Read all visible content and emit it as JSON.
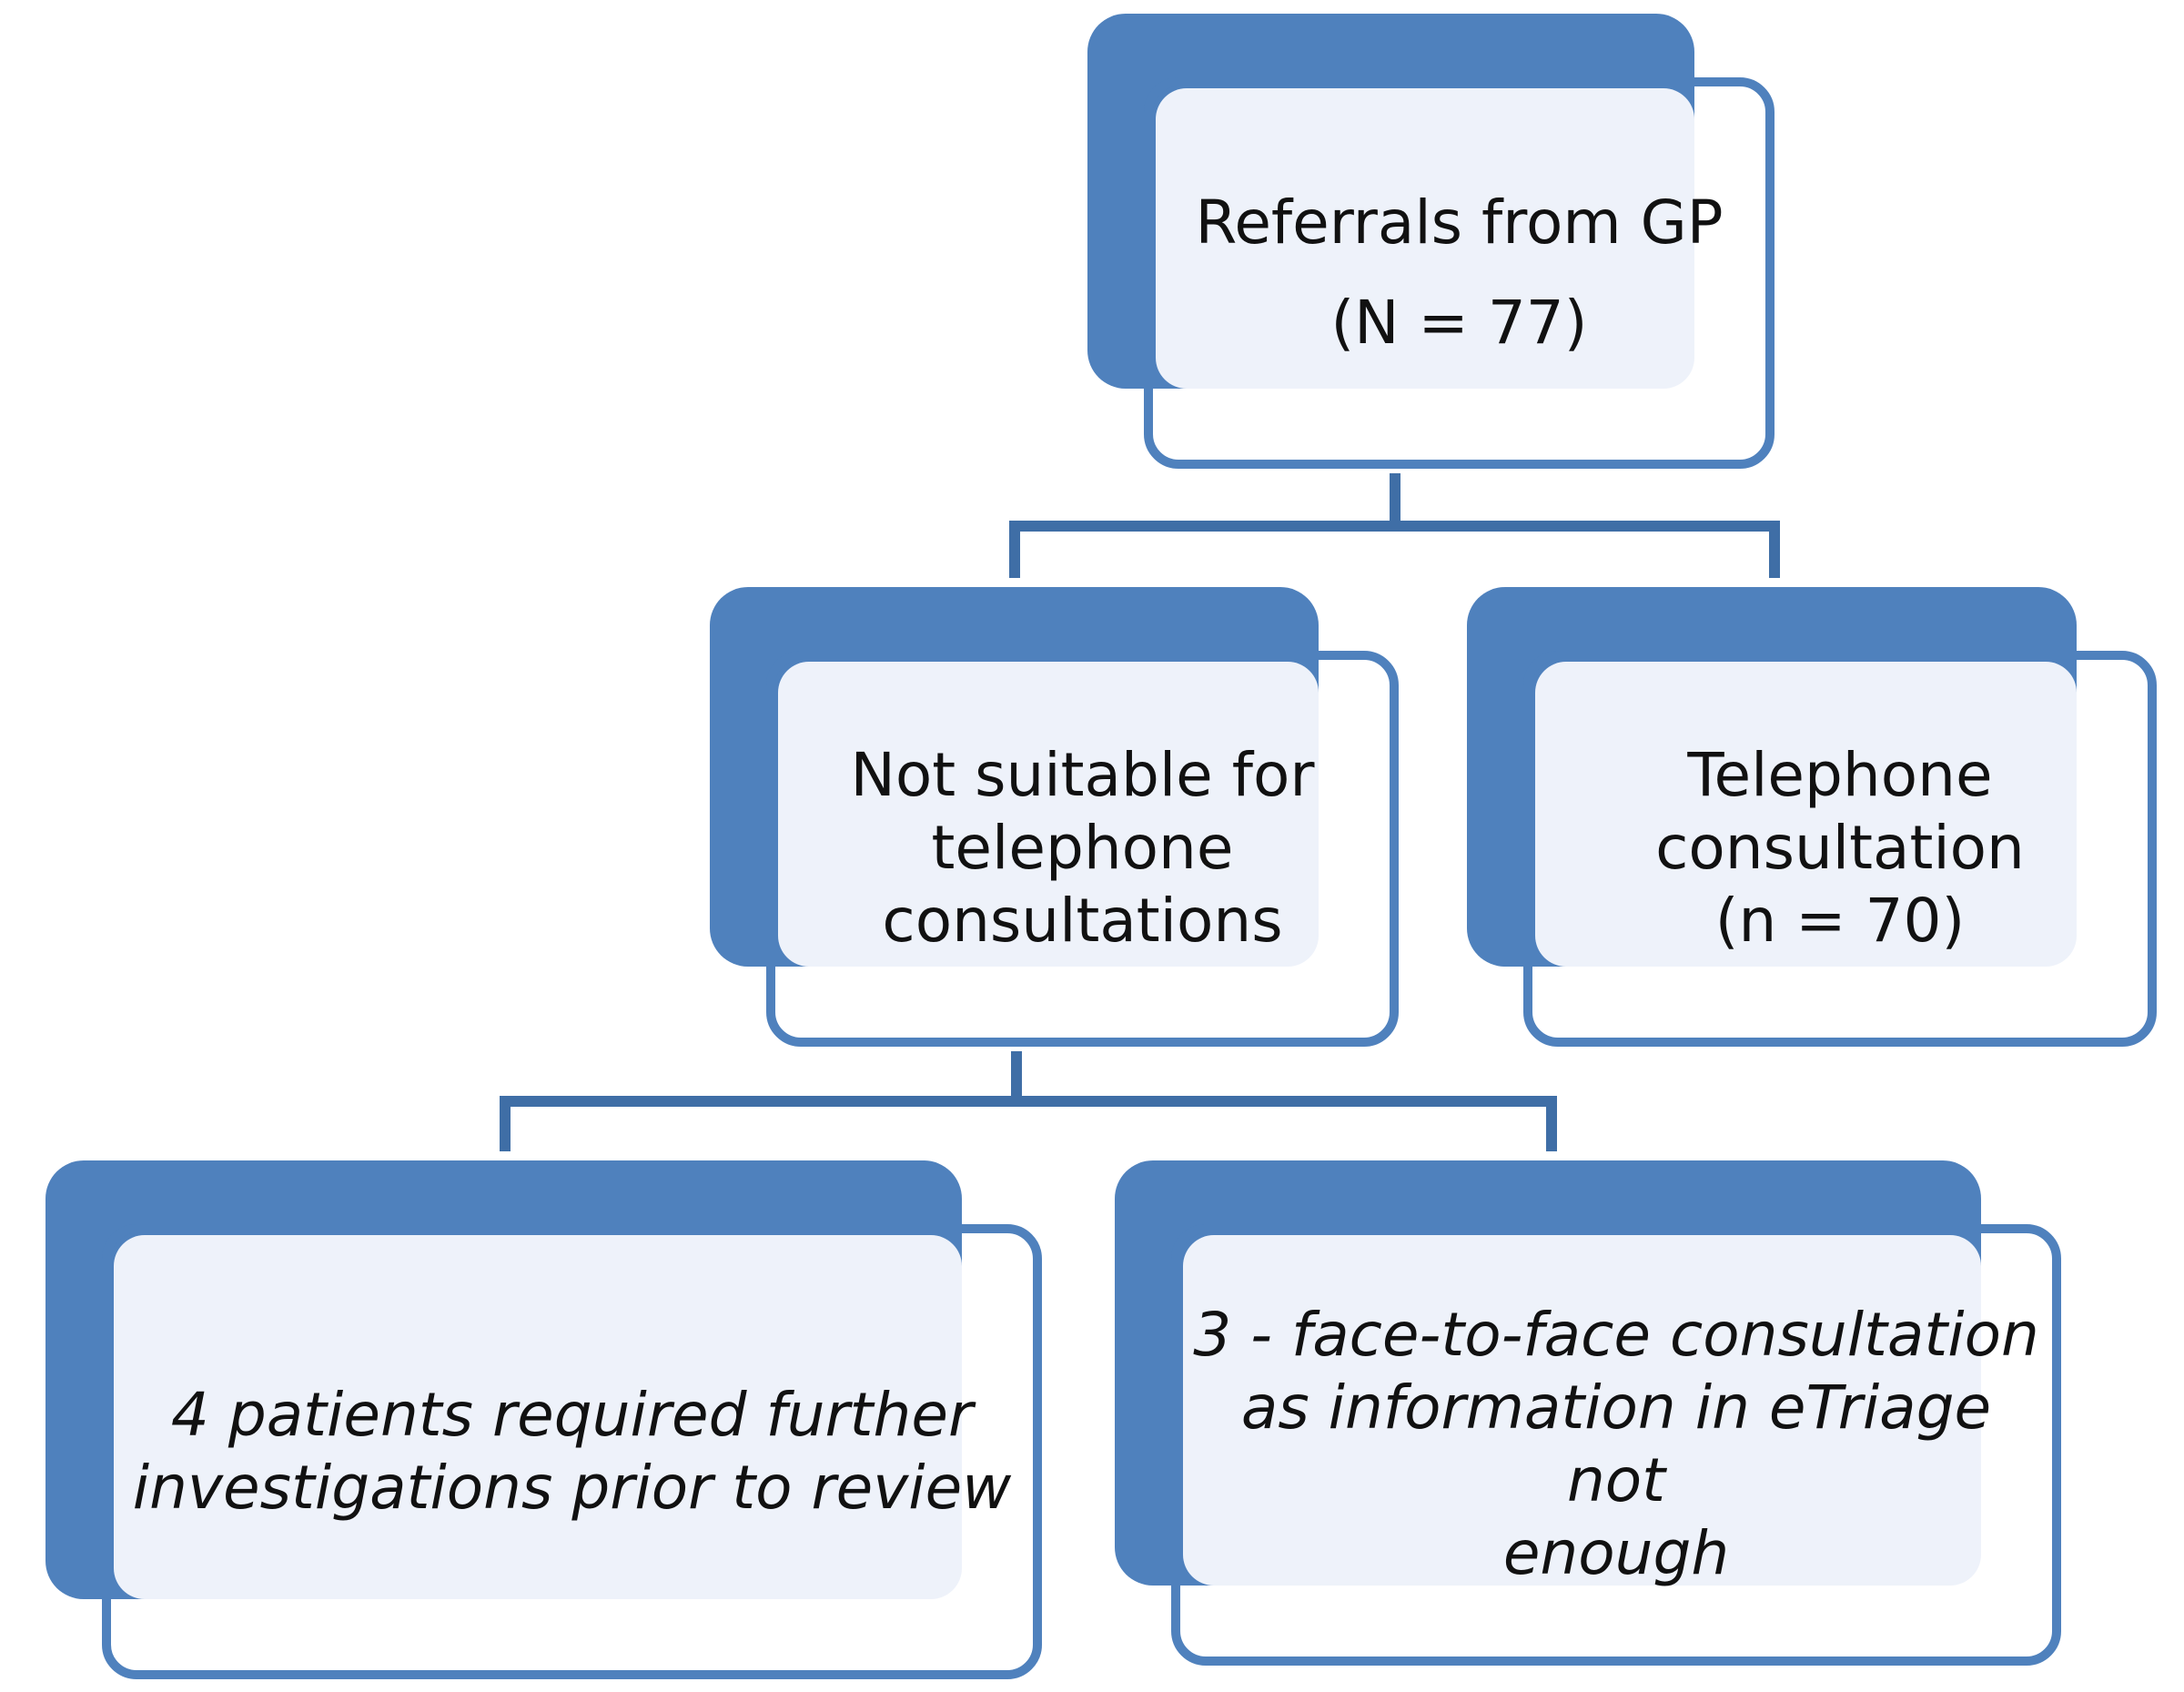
{
  "colors": {
    "accent": "#4f81bd",
    "connector": "#3f6ea6",
    "box_fill": "#eef2fa",
    "text": "#111111"
  },
  "nodes": {
    "referrals": {
      "lines": [
        "Referrals from GP",
        "(N = 77)"
      ]
    },
    "not_suitable": {
      "lines": [
        "Not suitable for",
        "telephone",
        "consultations"
      ]
    },
    "telephone": {
      "lines": [
        "Telephone",
        "consultation",
        "(n = 70)"
      ]
    },
    "further_investigations": {
      "lines": [
        "4 patients required further",
        "investigations prior to review"
      ]
    },
    "face_to_face": {
      "lines": [
        "3 - face-to-face consultation",
        "as information in eTriage not",
        "enough"
      ]
    }
  },
  "edges": [
    {
      "from": "referrals",
      "to": "not_suitable"
    },
    {
      "from": "referrals",
      "to": "telephone"
    },
    {
      "from": "not_suitable",
      "to": "further_investigations"
    },
    {
      "from": "not_suitable",
      "to": "face_to_face"
    }
  ]
}
